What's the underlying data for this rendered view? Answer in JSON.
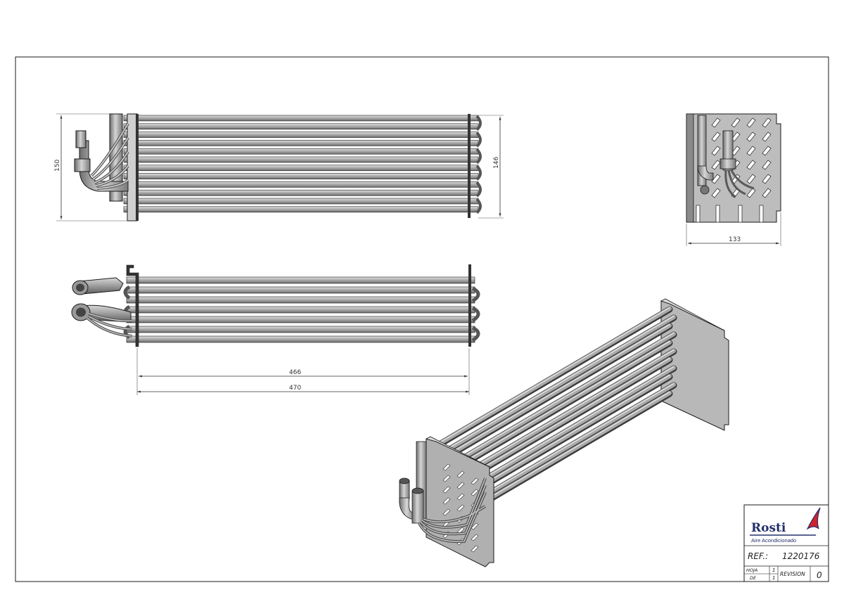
{
  "dimensions": {
    "front_height_outer": "150",
    "front_height_inner": "146",
    "side_width": "133",
    "top_length_inner": "466",
    "top_length_outer": "470"
  },
  "title_block": {
    "brand": "Rosti",
    "tagline": "Aire Acondicionado",
    "ref_label": "REF.:",
    "ref_value": "1220176",
    "sheet_label": "HOJA",
    "sheet_value": "1",
    "of_label": "DE",
    "of_value": "1",
    "revision_label": "REVISION",
    "revision_value": "0"
  },
  "colors": {
    "line": "#1a1a1a",
    "tube_fill": "#9a9a9a",
    "tube_light": "#c9c9c9",
    "plate_fill": "#b5b5b5",
    "brand_blue": "#23306b",
    "brand_red": "#d2232a"
  }
}
